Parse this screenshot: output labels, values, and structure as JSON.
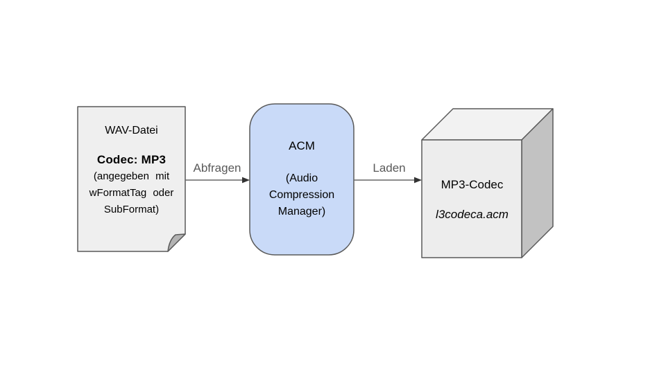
{
  "page": {
    "background": "#ffffff"
  },
  "diagram": {
    "stroke_color": "#595959",
    "label_color": "#595959",
    "arrow_line_color": "#666666",
    "arrow_head_color": "#333333",
    "nodes": {
      "wav_file": {
        "shape": "document-folded-corner",
        "title": "WAV-Datei",
        "codec_line": "Codec: MP3",
        "note_lines": [
          "(angegeben mit",
          "wFormatTag oder",
          "SubFormat)"
        ],
        "fill": "#efefef",
        "fold_fill": "#b3b3b3"
      },
      "acm": {
        "shape": "rounded-rectangle",
        "title": "ACM",
        "subtitle_lines": [
          "(Audio",
          "Compression",
          "Manager)"
        ],
        "fill": "#c9daf8"
      },
      "mp3_codec": {
        "shape": "cube-3d",
        "title": "MP3-Codec",
        "filename": "l3codeca.acm",
        "fill_front": "#ededed",
        "fill_top": "#f2f2f2",
        "fill_side": "#c2c2c2"
      }
    },
    "edges": [
      {
        "label": "Abfragen",
        "from": "wav_file",
        "to": "acm"
      },
      {
        "label": "Laden",
        "from": "acm",
        "to": "mp3_codec"
      }
    ]
  }
}
